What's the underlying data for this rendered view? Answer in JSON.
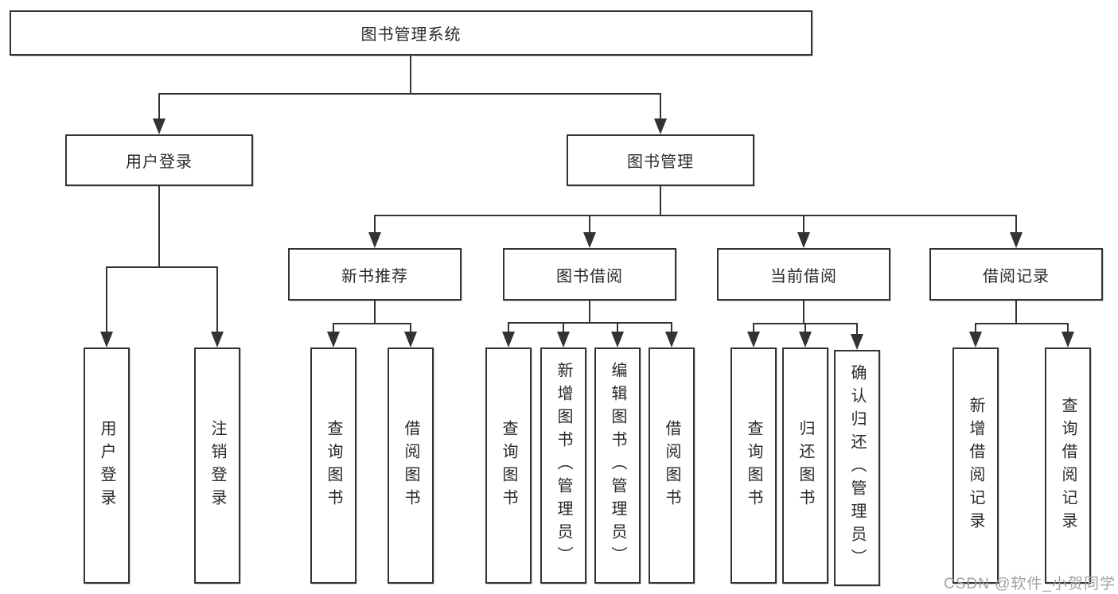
{
  "colors": {
    "line": "#333333",
    "text": "#2a2a2a",
    "watermark": "#a3a3a3",
    "background": "#ffffff"
  },
  "tree": {
    "root": {
      "label": "图书管理系统"
    },
    "branches": [
      {
        "label": "用户登录",
        "children": [
          {
            "label": "用户登录"
          },
          {
            "label": "注销登录"
          }
        ]
      },
      {
        "label": "图书管理",
        "groups": [
          {
            "label": "新书推荐",
            "children": [
              {
                "label": "查询图书"
              },
              {
                "label": "借阅图书"
              }
            ]
          },
          {
            "label": "图书借阅",
            "children": [
              {
                "label": "查询图书"
              },
              {
                "label": "新增图书（管理员）"
              },
              {
                "label": "编辑图书（管理员）"
              },
              {
                "label": "借阅图书"
              }
            ]
          },
          {
            "label": "当前借阅",
            "children": [
              {
                "label": "查询图书"
              },
              {
                "label": "归还图书"
              },
              {
                "label": "确认归还（管理员）"
              }
            ]
          },
          {
            "label": "借阅记录",
            "children": [
              {
                "label": "新增借阅记录"
              },
              {
                "label": "查询借阅记录"
              }
            ]
          }
        ]
      }
    ]
  },
  "watermark": {
    "label": "CSDN @软件_小贺同学"
  }
}
